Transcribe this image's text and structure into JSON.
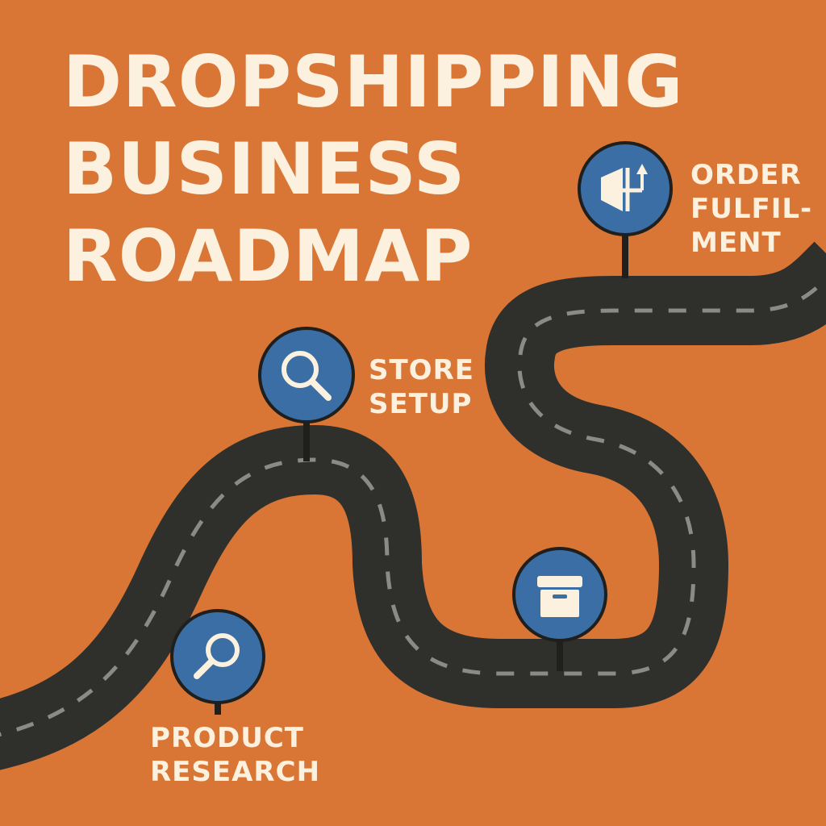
{
  "title": {
    "line1": "DROPSHIPPING",
    "line2": "BUSINESS",
    "line3": "ROADMAP"
  },
  "milestones": [
    {
      "id": "order-fulfilment",
      "label_lines": [
        "ORDER",
        "FULFIL-",
        "MENT"
      ],
      "icon": "fulfillment-arrow-icon"
    },
    {
      "id": "store-setup",
      "label_lines": [
        "STORE",
        "SETUP"
      ],
      "icon": "magnifier-icon"
    },
    {
      "id": "inventory",
      "label_lines": [],
      "icon": "box-icon"
    },
    {
      "id": "product-research",
      "label_lines": [
        "PRODUCT",
        "RESEARCH"
      ],
      "icon": "magnifier-icon"
    }
  ],
  "colors": {
    "background": "#d97636",
    "road": "#2f2f2c",
    "road_dash": "#8a8a86",
    "pin": "#3a6ea5",
    "text": "#fbf1de"
  }
}
